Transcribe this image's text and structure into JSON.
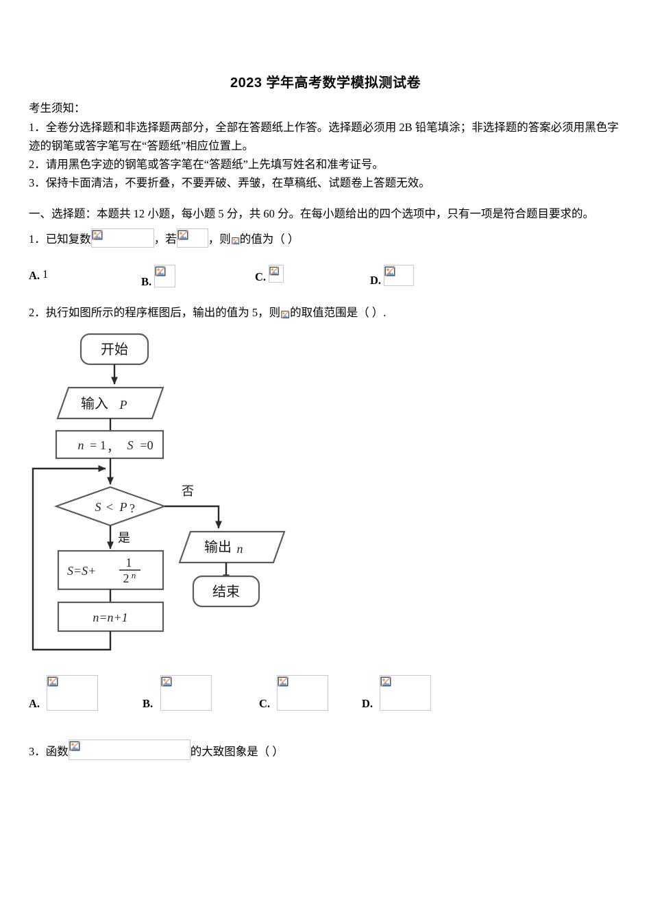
{
  "document": {
    "title": "2023 学年高考数学模拟测试卷",
    "notice_heading": "考生须知：",
    "notice_items": [
      "1．全卷分选择题和非选择题两部分，全部在答题纸上作答。选择题必须用 2B 铅笔填涂；非选择题的答案必须用黑色字迹的钢笔或答字笔写在“答题纸”相应位置上。",
      "2．请用黑色字迹的钢笔或答字笔在“答题纸”上先填写姓名和准考证号。",
      "3．保持卡面清洁，不要折叠，不要弄破、弄皱，在草稿纸、试题卷上答题无效。"
    ],
    "section_header": "一、选择题：本题共 12 小题，每小题 5 分，共 60 分。在每小题给出的四个选项中，只有一项是符合题目要求的。"
  },
  "questions": [
    {
      "number": "1．",
      "stem_part_1": "已知复数",
      "stem_part_2": "，若",
      "stem_part_3": "，则",
      "stem_part_4": "的值为（  ）",
      "options": [
        {
          "label": "A.",
          "text": "1"
        },
        {
          "label": "B.",
          "text": ""
        },
        {
          "label": "C.",
          "text": ""
        },
        {
          "label": "D.",
          "text": ""
        }
      ]
    },
    {
      "number": "2．",
      "stem_part_1": "执行如图所示的程序框图后，输出的值为 5，则",
      "stem_part_2": "的取值范围是（   ）.",
      "options": [
        {
          "label": "A.",
          "text": ""
        },
        {
          "label": "B.",
          "text": ""
        },
        {
          "label": "C.",
          "text": ""
        },
        {
          "label": "D.",
          "text": ""
        }
      ]
    },
    {
      "number": "3．",
      "stem_part_1": "函数",
      "stem_part_2": "的大致图象是（   ）"
    }
  ],
  "flowchart": {
    "start": "开始",
    "input": "输入",
    "input_var": "P",
    "init_n": "n",
    "init_n_eq": "= 1",
    "init_comma": "，",
    "init_s": "S",
    "init_s_eq": "=0",
    "decision_left": "S",
    "decision_op": "<",
    "decision_right": "P",
    "decision_q": "?",
    "branch_no": "否",
    "branch_yes": "是",
    "process_s": "S=S+",
    "frac_num": "1",
    "frac_den_base": "2",
    "frac_den_exp": "n",
    "increment": "n=n+1",
    "output": "输出",
    "output_var": "n",
    "end": "结束"
  },
  "placeholders": {
    "icon_name": "broken-image-icon",
    "colors": {
      "frame": "#2c3e50",
      "sun": "#f0a030",
      "mountain": "#6ba3d6",
      "slash": "#e8928f",
      "box_border": "#c8c8c8"
    }
  }
}
